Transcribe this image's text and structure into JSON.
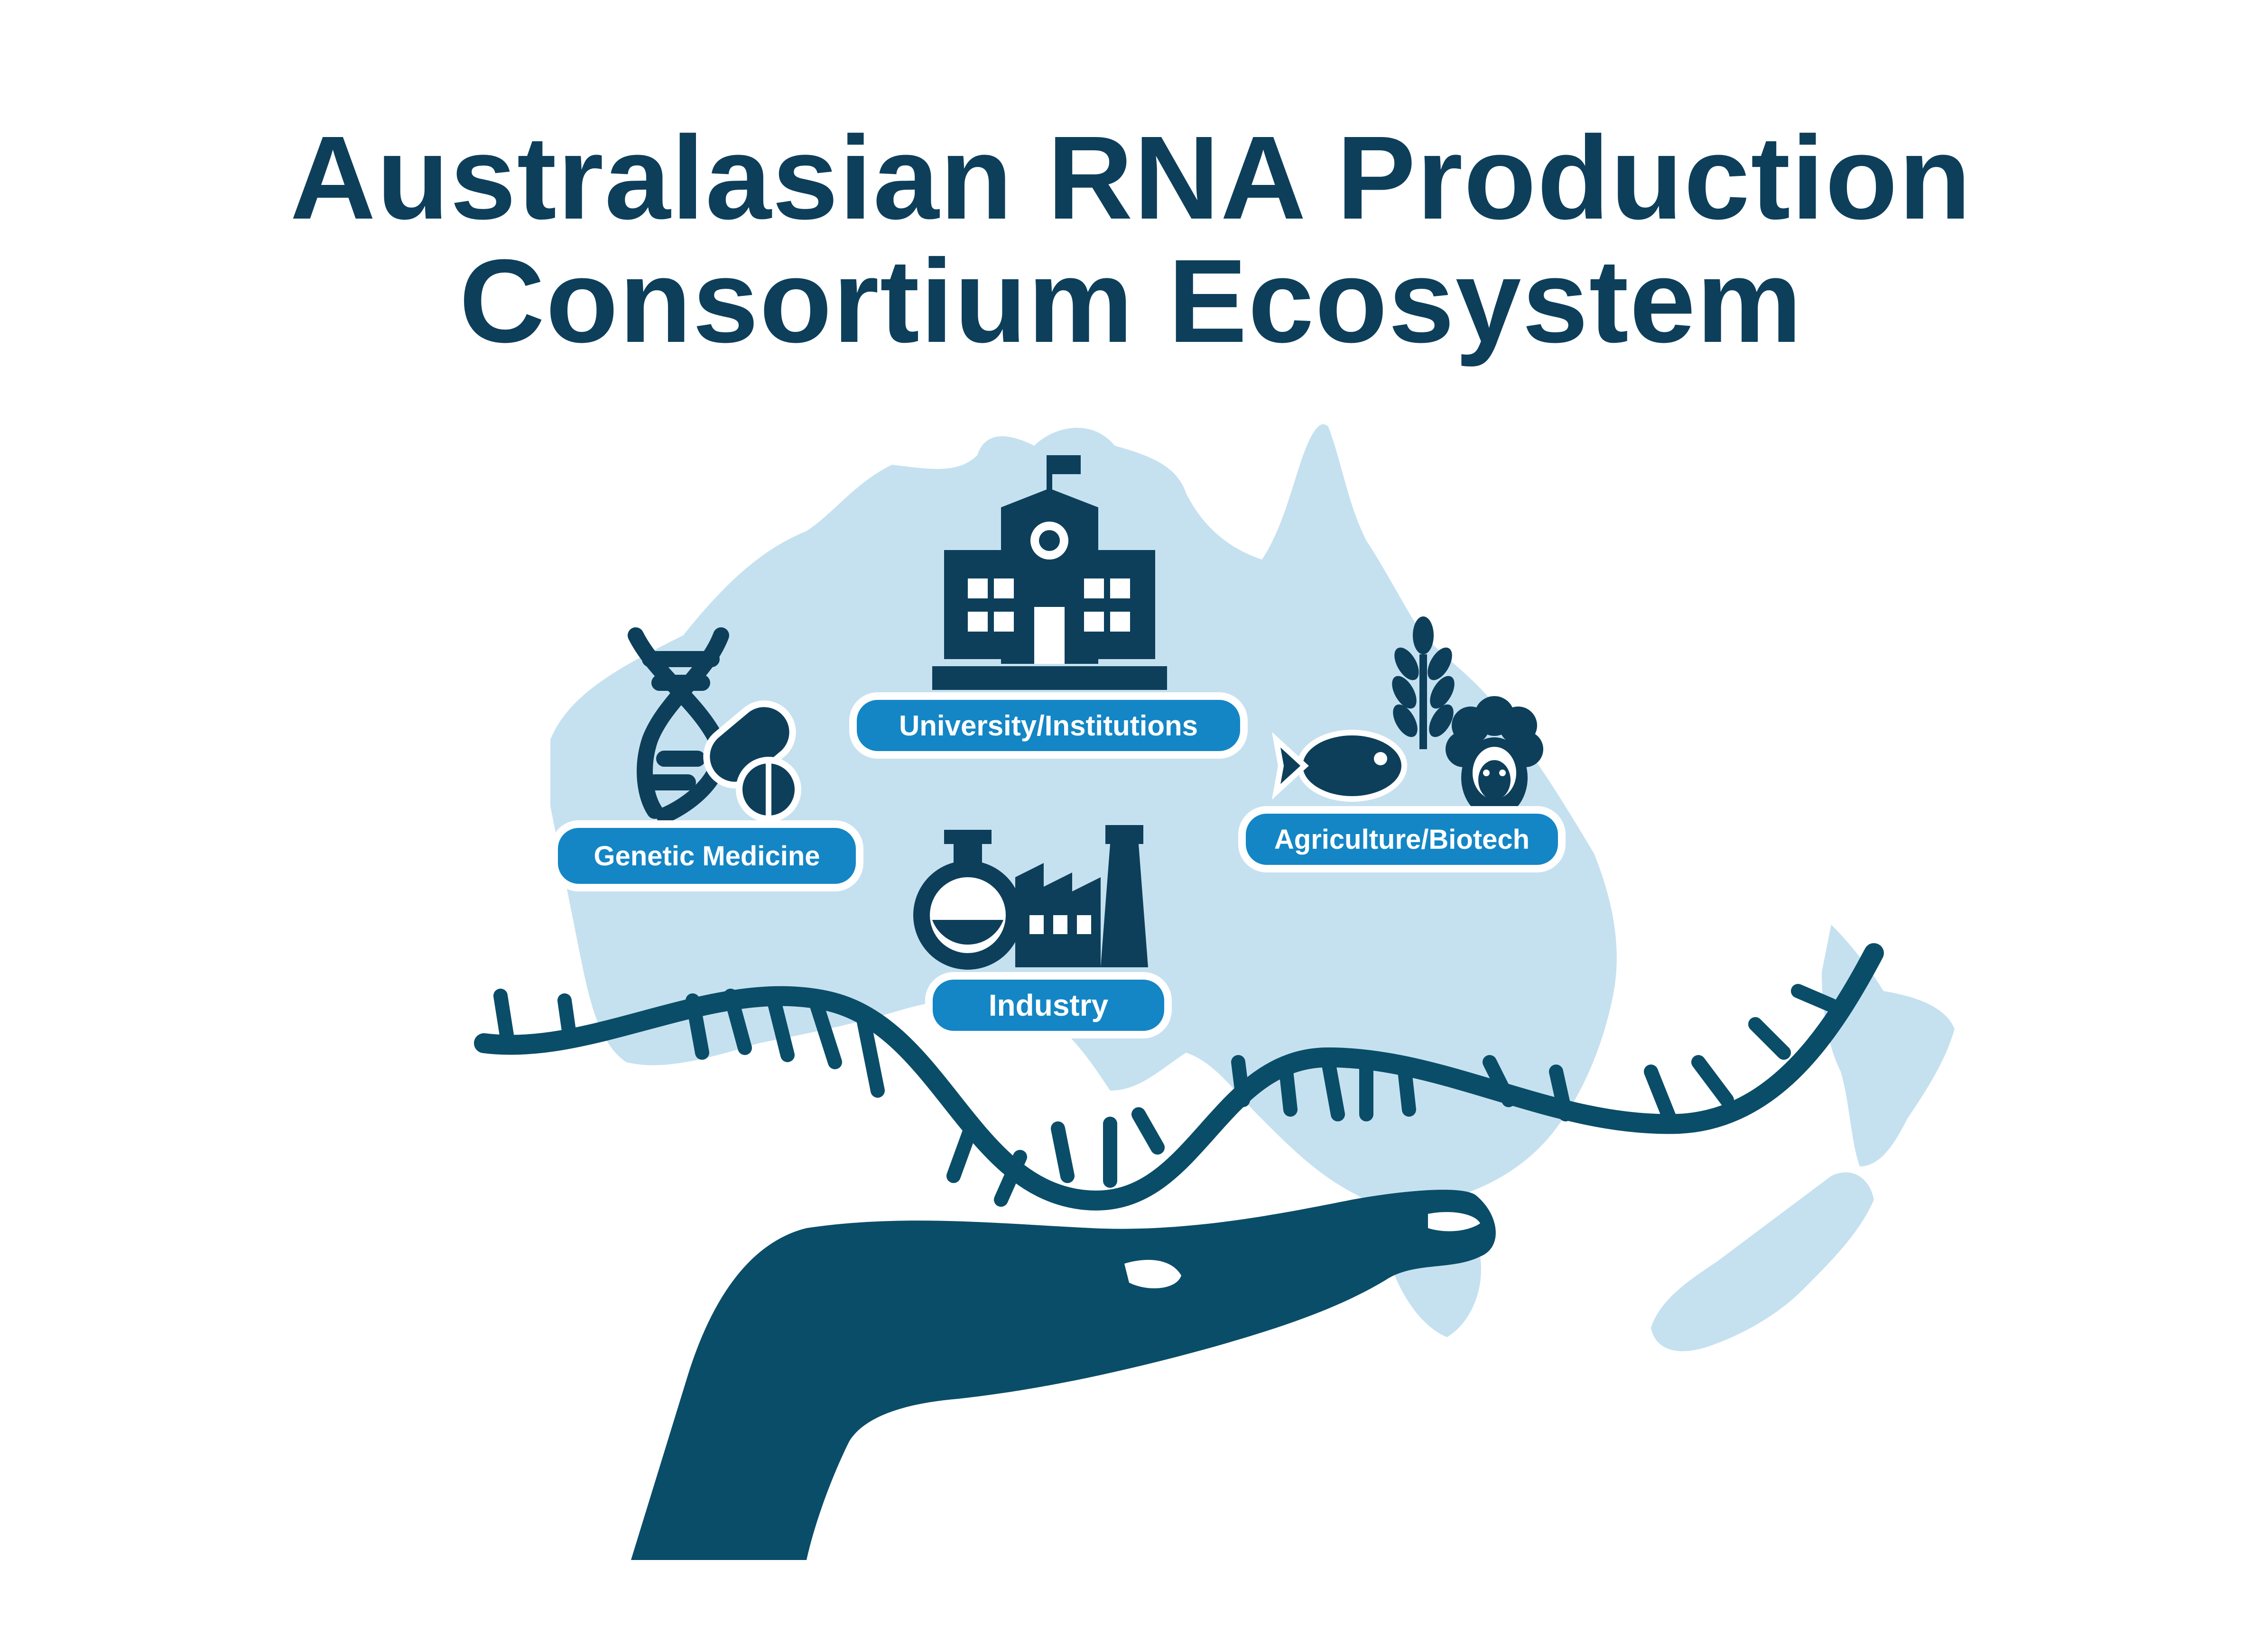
{
  "title": {
    "line1": "Australasian RNA Production",
    "line2": "Consortium Ecosystem"
  },
  "sectors": {
    "genetic_medicine": "Genetic Medicine",
    "university": "University/Institutions",
    "agriculture": "Agriculture/Biotech",
    "industry": "Industry"
  },
  "colors": {
    "navy": "#0d3f5b",
    "map": "#c5e1f0",
    "badge": "#1486c5",
    "hand": "#0a4d68"
  }
}
